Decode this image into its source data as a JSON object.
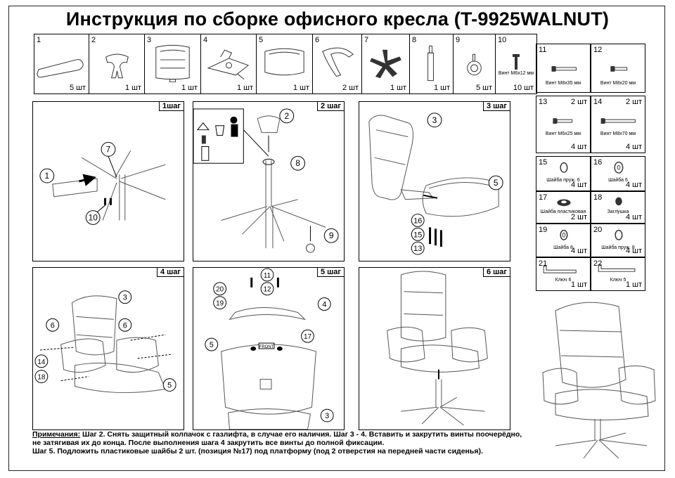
{
  "title": "Инструкция по сборке офисного кресла (T-9925WALNUT)",
  "parts": [
    {
      "num": "1",
      "qty": "5 шт",
      "name": "leg-cover",
      "caption": ""
    },
    {
      "num": "2",
      "qty": "1 шт",
      "name": "gaslift-cover",
      "caption": ""
    },
    {
      "num": "3",
      "qty": "1 шт",
      "name": "backrest",
      "caption": ""
    },
    {
      "num": "4",
      "qty": "1 шт",
      "name": "mechanism",
      "caption": ""
    },
    {
      "num": "5",
      "qty": "1 шт",
      "name": "seat",
      "caption": ""
    },
    {
      "num": "6",
      "qty": "2 шт",
      "name": "armrest",
      "caption": ""
    },
    {
      "num": "7",
      "qty": "1 шт",
      "name": "base-crosspiece",
      "caption": ""
    },
    {
      "num": "8",
      "qty": "1 шт",
      "name": "gaslift",
      "caption": ""
    },
    {
      "num": "9",
      "qty": "5 шт",
      "name": "caster",
      "caption": ""
    },
    {
      "num": "10",
      "qty": "10 шт",
      "name": "screw-m6x12",
      "caption": "Винт M6x12 мм"
    }
  ],
  "right_parts": [
    {
      "num": "11",
      "qty": "",
      "caption": "Винт М8x35 мм"
    },
    {
      "num": "12",
      "qty": "",
      "caption": "Винт М8x20 мм"
    },
    {
      "num": "13",
      "qty_top": "2 шт",
      "qty": "4 шт",
      "caption": "Винт М6x25 мм"
    },
    {
      "num": "14",
      "qty_top": "2 шт",
      "qty": "4 шт",
      "caption": "Винт М8x70 мм"
    },
    {
      "num": "15",
      "qty": "4 шт",
      "caption": "Шайба пруж. 6"
    },
    {
      "num": "16",
      "qty": "4 шт",
      "caption": "Шайба 6"
    },
    {
      "num": "17",
      "qty": "2 шт",
      "caption": "Шайба пластиковая"
    },
    {
      "num": "18",
      "qty": "4 шт",
      "caption": "Заглушка"
    },
    {
      "num": "19",
      "qty": "4 шт",
      "caption": "Шайба 8"
    },
    {
      "num": "20",
      "qty": "4 шт",
      "caption": "Шайба пруж. 8"
    },
    {
      "num": "21",
      "qty": "1 шт",
      "caption": "Ключ 6"
    },
    {
      "num": "22",
      "qty": "1 шт",
      "caption": "Ключ 5"
    }
  ],
  "steps": [
    {
      "tag": "1шаг",
      "callouts": [
        "1",
        "7",
        "10"
      ]
    },
    {
      "tag": "2 шаг",
      "callouts": [
        "2",
        "8",
        "9"
      ]
    },
    {
      "tag": "3 шаг",
      "callouts": [
        "3",
        "5",
        "16",
        "15",
        "13"
      ]
    },
    {
      "tag": "4 шаг",
      "callouts": [
        "3",
        "6",
        "6",
        "14",
        "18",
        "5"
      ]
    },
    {
      "tag": "5 шаг",
      "callouts": [
        "11",
        "20",
        "12",
        "19",
        "4",
        "5",
        "17",
        "3"
      ],
      "front_label": "FRONT"
    },
    {
      "tag": "6 шаг",
      "callouts": []
    }
  ],
  "notes": {
    "heading": "Примечания:",
    "line1": " Шаг 2. Снять защитный колпачок с газлифта, в случае его наличия. Шаг 3 - 4. Вставить и закрутить винты поочерёдно,",
    "line2": "не затягивая их до конца. После выполнения шага 4 закрутить все винты до полной фиксации.",
    "line3": "Шаг 5. Подложить пластиковые шайбы 2 шт. (позиция №17) под платформу (под 2 отверстия на передней части сиденья)."
  }
}
